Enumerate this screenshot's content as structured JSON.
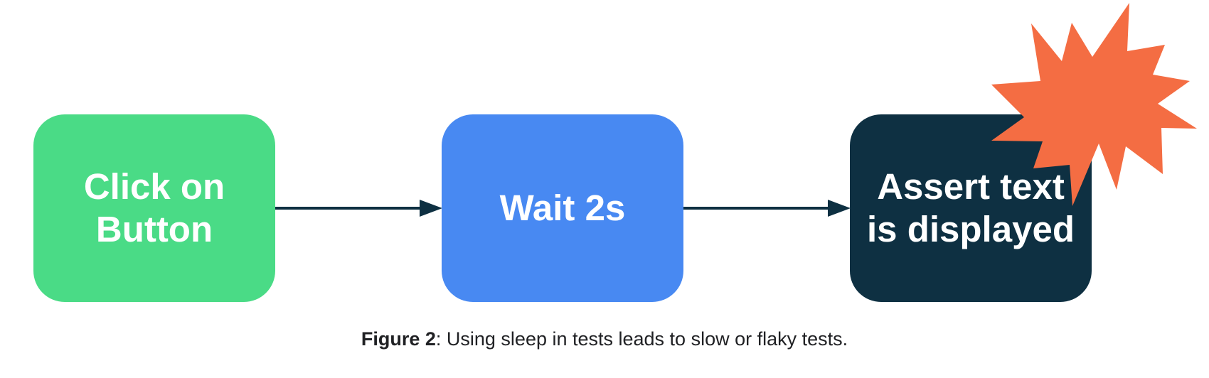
{
  "diagram": {
    "steps": [
      {
        "label": "Click on\nButton",
        "color": "#4adb86"
      },
      {
        "label": "Wait 2s",
        "color": "#4889f2"
      },
      {
        "label": "Assert text\nis displayed",
        "color": "#0e3042"
      }
    ],
    "arrow_color": "#0e3042",
    "failure_burst_color": "#f46d43"
  },
  "caption": {
    "label": "Figure 2",
    "text": ": Using sleep in tests leads to slow or flaky tests."
  }
}
